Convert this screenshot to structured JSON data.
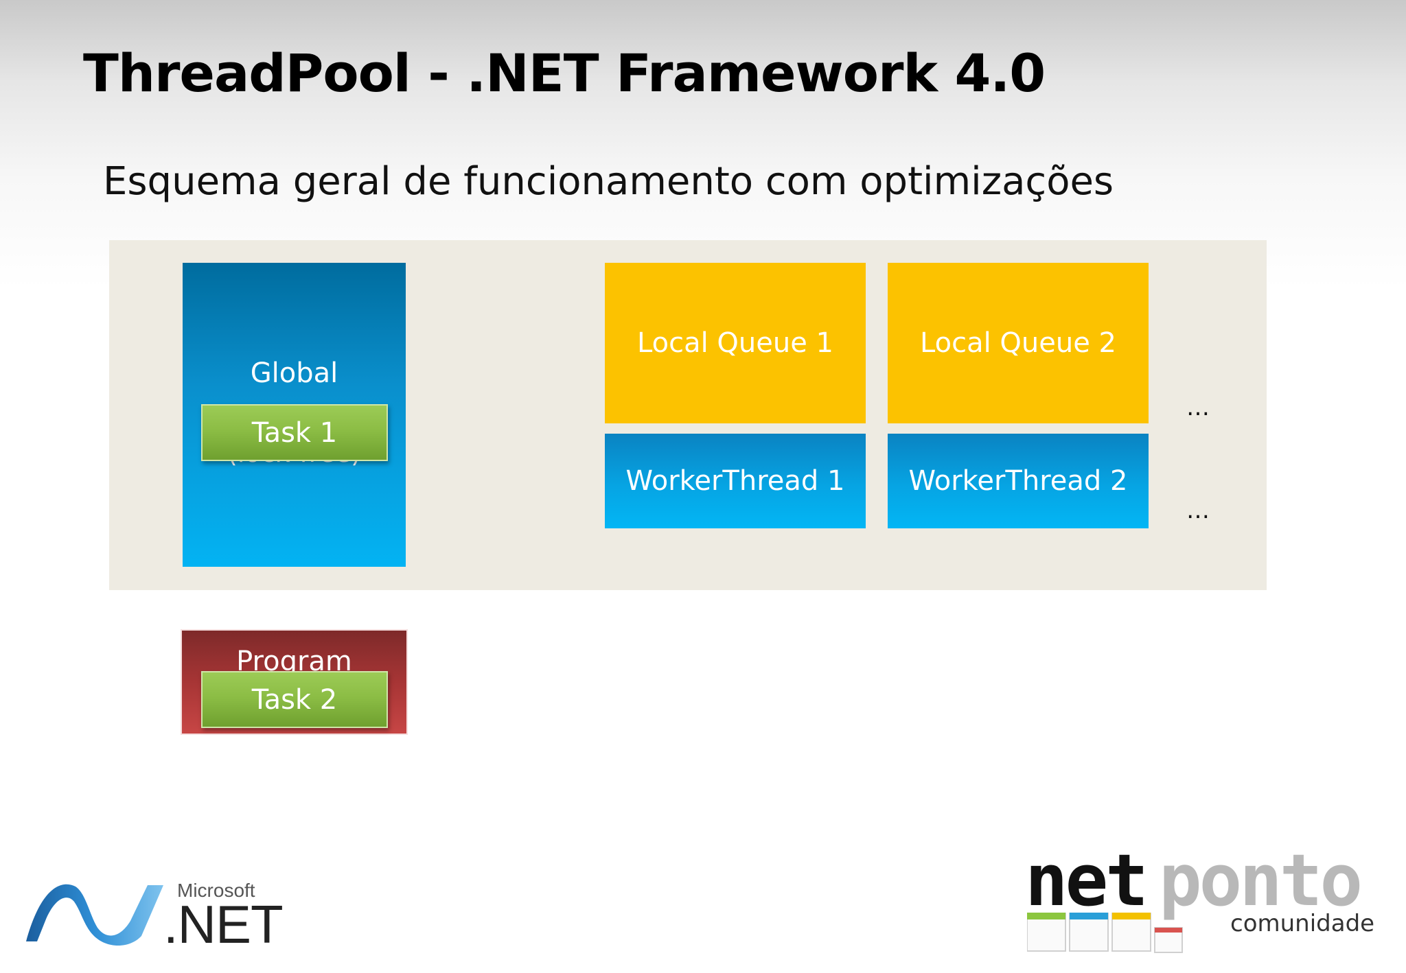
{
  "slide": {
    "title": "ThreadPool - .NET Framework 4.0",
    "subtitle": "Esquema geral de funcionamento com optimizações"
  },
  "diagram": {
    "global_queue": {
      "label": "Global",
      "sub_label": "(lock-free)"
    },
    "task_1": "Task 1",
    "local_queues": [
      {
        "label": "Local Queue 1"
      },
      {
        "label": "Local Queue 2"
      }
    ],
    "worker_threads": [
      {
        "label": "WorkerThread 1"
      },
      {
        "label": "WorkerThread 2"
      }
    ],
    "ellipsis_queues": "…",
    "ellipsis_workers": "…",
    "program": "Program",
    "task_2": "Task 2"
  },
  "logos": {
    "microsoft": "Microsoft",
    "net": ".NET",
    "netponto_net": "net",
    "netponto_ponto": "ponto",
    "netponto_tagline": "comunidade"
  },
  "colors": {
    "panel_bg": "#eeebe2",
    "queue_yellow": "#fcc200",
    "worker_blue": "#03b3f3",
    "task_green": "#8cbd45",
    "program_red": "#a73535"
  }
}
